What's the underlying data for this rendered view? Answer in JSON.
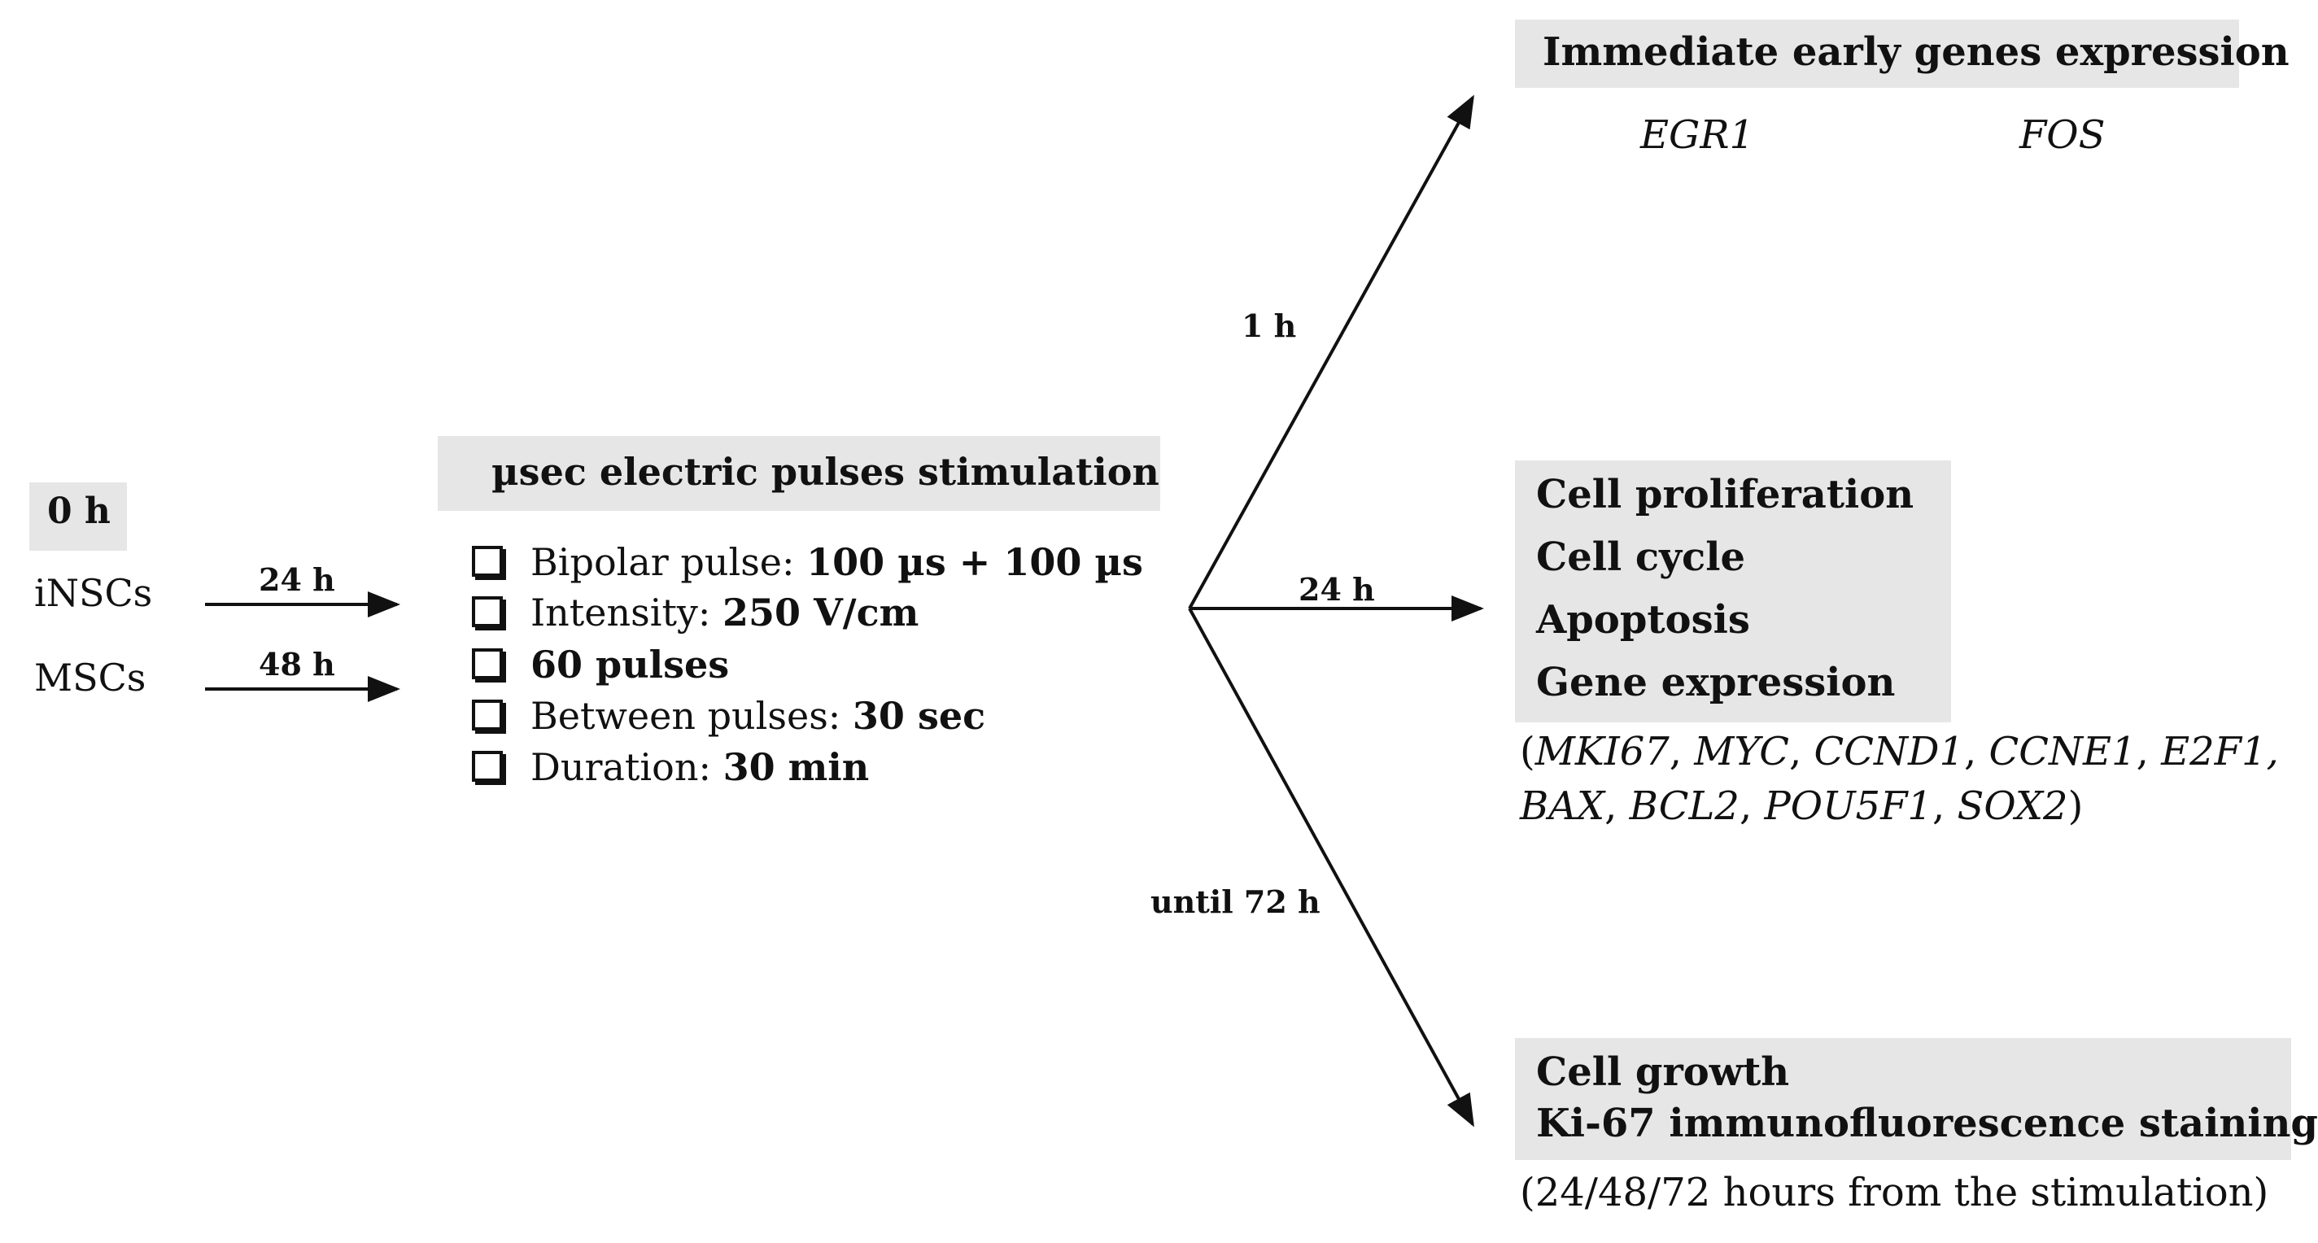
{
  "start": {
    "time_label": "0 h",
    "cells": [
      {
        "name": "iNSCs",
        "time": "24 h"
      },
      {
        "name": "MSCs",
        "time": "48 h"
      }
    ]
  },
  "stimulation": {
    "title": "µsec electric pulses stimulation",
    "params": [
      {
        "label": "Bipolar pulse: ",
        "value": "100 µs + 100 µs"
      },
      {
        "label": "Intensity: ",
        "value": "250 V/cm"
      },
      {
        "label": "",
        "value": "60 pulses"
      },
      {
        "label": "Between pulses: ",
        "value": "30 sec"
      },
      {
        "label": "Duration: ",
        "value": "30 min"
      }
    ]
  },
  "branches": {
    "early": "1 h",
    "mid": "24 h",
    "late": "until 72 h"
  },
  "outcome_early": {
    "title": "Immediate early genes expression",
    "genes": [
      "EGR1",
      "FOS"
    ]
  },
  "outcome_mid": {
    "items": [
      "Cell proliferation",
      "Cell cycle",
      "Apoptosis",
      "Gene expression"
    ],
    "genes_line1": {
      "open": "(",
      "genes": [
        "MKI67",
        "MYC",
        "CCND1",
        "CCNE1",
        "E2F1,"
      ]
    },
    "genes_line2": {
      "genes": [
        "BAX",
        "BCL2",
        "POU5F1",
        "SOX2"
      ],
      "close": ")"
    }
  },
  "outcome_late": {
    "items": [
      "Cell growth",
      "Ki-67 immunofluorescence staining"
    ],
    "note": "(24/48/72 hours from the stimulation)"
  }
}
